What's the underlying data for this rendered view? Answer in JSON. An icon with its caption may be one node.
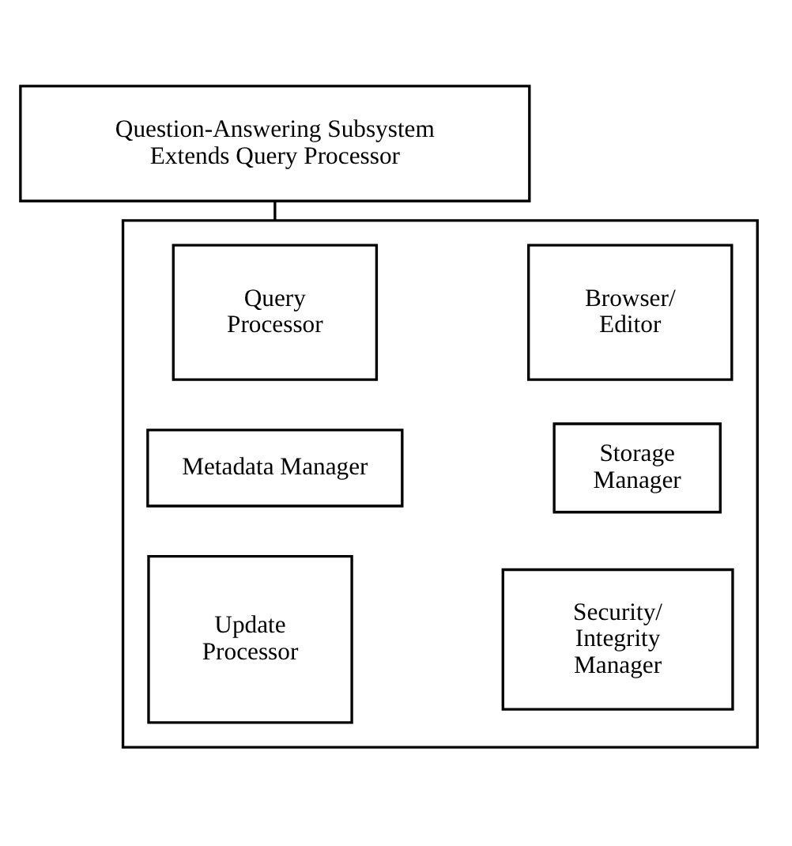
{
  "diagram": {
    "nodes": [
      {
        "text": [
          "Question-Answering Subsystem Extends Query Processor"
        ]
      },
      {
        "text": [],
        "shape": "box"
      },
      {
        "text": [
          "Query Processor"
        ],
        "in": 1
      },
      {
        "text": [
          "Browser/ Editor"
        ],
        "in": 1
      },
      {
        "text": [
          "Metadata Manager"
        ],
        "in": 1
      },
      {
        "text": [
          "Storage Manager"
        ],
        "in": 1
      },
      {
        "text": [
          "Update Processor"
        ],
        "in": 1
      },
      {
        "text": [
          "Security/ Integrity Manager"
        ],
        "in": 1
      }
    ],
    "edges": [
      {
        "from": 0,
        "to": 1,
        "arrow": "none"
      }
    ]
  }
}
